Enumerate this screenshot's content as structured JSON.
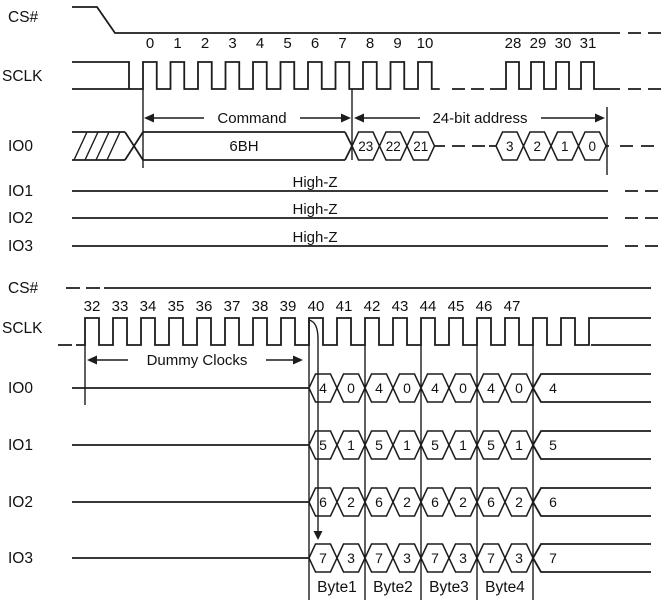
{
  "colors": {
    "line": "#1c1c1c",
    "text": "#111111",
    "background": "#ffffff"
  },
  "top": {
    "cs_label": "CS#",
    "sclk_label": "SCLK",
    "clock_numbers": [
      "0",
      "1",
      "2",
      "3",
      "4",
      "5",
      "6",
      "7",
      "8",
      "9",
      "10"
    ],
    "clock_numbers_resume": [
      "28",
      "29",
      "30",
      "31"
    ],
    "command_arrow_label": "Command",
    "address_arrow_label": "24-bit address",
    "io0": {
      "label": "IO0",
      "command_value": "6BH",
      "address_bits_msb": [
        "23",
        "22",
        "21"
      ],
      "address_bits_lsb": [
        "3",
        "2",
        "1",
        "0"
      ]
    },
    "io1": {
      "label": "IO1",
      "state": "High-Z"
    },
    "io2": {
      "label": "IO2",
      "state": "High-Z"
    },
    "io3": {
      "label": "IO3",
      "state": "High-Z"
    }
  },
  "bottom": {
    "cs_label": "CS#",
    "sclk_label": "SCLK",
    "clock_numbers": [
      "32",
      "33",
      "34",
      "35",
      "36",
      "37",
      "38",
      "39",
      "40",
      "41",
      "42",
      "43",
      "44",
      "45",
      "46",
      "47"
    ],
    "dummy_arrow_label": "Dummy Clocks",
    "io_rows": [
      {
        "label": "IO0",
        "bits": [
          "4",
          "0",
          "4",
          "0",
          "4",
          "0",
          "4",
          "0"
        ],
        "next_bit": "4"
      },
      {
        "label": "IO1",
        "bits": [
          "5",
          "1",
          "5",
          "1",
          "5",
          "1",
          "5",
          "1"
        ],
        "next_bit": "5"
      },
      {
        "label": "IO2",
        "bits": [
          "6",
          "2",
          "6",
          "2",
          "6",
          "2",
          "6",
          "2"
        ],
        "next_bit": "6"
      },
      {
        "label": "IO3",
        "bits": [
          "7",
          "3",
          "7",
          "3",
          "7",
          "3",
          "7",
          "3"
        ],
        "next_bit": "7"
      }
    ],
    "byte_labels": [
      "Byte1",
      "Byte2",
      "Byte3",
      "Byte4"
    ]
  }
}
